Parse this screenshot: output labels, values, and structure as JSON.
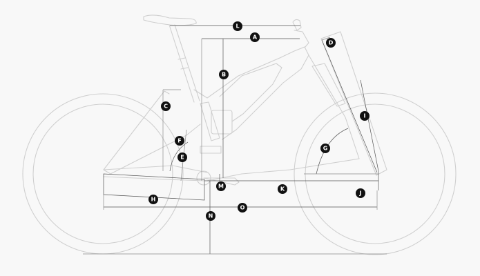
{
  "labels": {
    "A": "A",
    "B": "B",
    "C": "C",
    "D": "D",
    "E": "E",
    "F": "F",
    "G": "G",
    "H": "H",
    "I": "I",
    "J": "J",
    "K": "K",
    "L": "L",
    "M": "M",
    "N": "N",
    "O": "O"
  },
  "colors": {
    "background": "#f8f8f8",
    "outline": "#cfcfcf",
    "dimension_line": "#555555",
    "badge": "#111111",
    "badge_text": "#ffffff"
  }
}
